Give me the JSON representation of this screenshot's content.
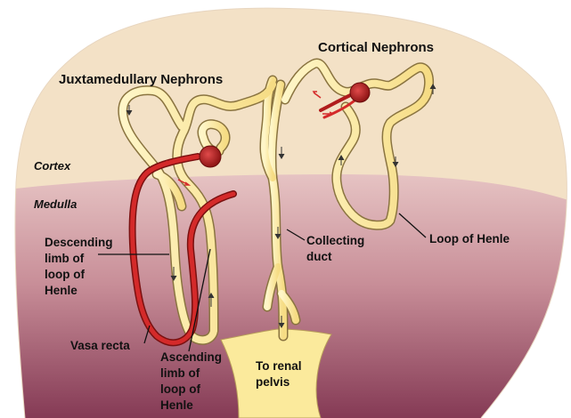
{
  "labels": {
    "cortical_nephrons": "Cortical Nephrons",
    "juxtamedullary_nephrons": "Juxtamedullary Nephrons",
    "cortex": "Cortex",
    "medulla": "Medulla",
    "descending_limb": [
      "Descending",
      "limb of",
      "loop of",
      "Henle"
    ],
    "vasa_recta": "Vasa recta",
    "ascending_limb": [
      "Ascending",
      "limb of",
      "loop of",
      "Henle"
    ],
    "collecting_duct": [
      "Collecting",
      "duct"
    ],
    "to_renal_pelvis": [
      "To renal",
      "pelvis"
    ],
    "loop_of_henle": "Loop of Henle"
  },
  "colors": {
    "cortex": "#f3e1c6",
    "medulla_top": "#e2bcbe",
    "medulla_bottom": "#8a3f58",
    "tubule": "#fbe99a",
    "tubule_outline": "#8a7440",
    "vessel": "#d42a2a",
    "pelvis": "#fbea9c"
  }
}
